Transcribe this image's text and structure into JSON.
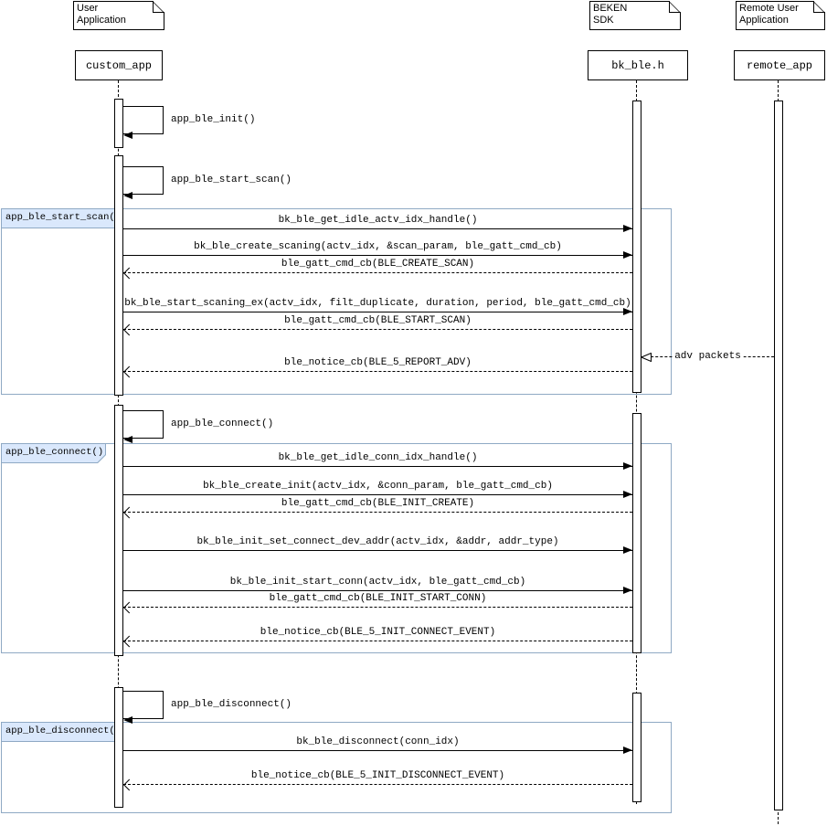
{
  "notes": [
    {
      "line1": "User",
      "line2": "Application"
    },
    {
      "line1": "BEKEN",
      "line2": "SDK"
    },
    {
      "line1": "Remote User",
      "line2": "Application"
    }
  ],
  "participants": [
    {
      "name": "custom_app"
    },
    {
      "name": "bk_ble.h"
    },
    {
      "name": "remote_app"
    }
  ],
  "self_messages": [
    {
      "label": "app_ble_init()"
    },
    {
      "label": "app_ble_start_scan()"
    },
    {
      "label": "app_ble_connect()"
    },
    {
      "label": "app_ble_disconnect()"
    }
  ],
  "frames": [
    {
      "label": "app_ble_start_scan()",
      "messages": [
        {
          "label": "bk_ble_get_idle_actv_idx_handle()",
          "type": "call"
        },
        {
          "label": "bk_ble_create_scaning(actv_idx, &scan_param, ble_gatt_cmd_cb)",
          "type": "call"
        },
        {
          "label": "ble_gatt_cmd_cb(BLE_CREATE_SCAN)",
          "type": "return"
        },
        {
          "label": "bk_ble_start_scaning_ex(actv_idx, filt_duplicate, duration, period, ble_gatt_cmd_cb)",
          "type": "call"
        },
        {
          "label": "ble_gatt_cmd_cb(BLE_START_SCAN)",
          "type": "return"
        },
        {
          "label": "adv packets",
          "type": "incoming"
        },
        {
          "label": "ble_notice_cb(BLE_5_REPORT_ADV)",
          "type": "return"
        }
      ]
    },
    {
      "label": "app_ble_connect()",
      "messages": [
        {
          "label": "bk_ble_get_idle_conn_idx_handle()",
          "type": "call"
        },
        {
          "label": "bk_ble_create_init(actv_idx, &conn_param, ble_gatt_cmd_cb)",
          "type": "call"
        },
        {
          "label": "ble_gatt_cmd_cb(BLE_INIT_CREATE)",
          "type": "return"
        },
        {
          "label": "bk_ble_init_set_connect_dev_addr(actv_idx, &addr, addr_type)",
          "type": "call"
        },
        {
          "label": "bk_ble_init_start_conn(actv_idx, ble_gatt_cmd_cb)",
          "type": "call"
        },
        {
          "label": "ble_gatt_cmd_cb(BLE_INIT_START_CONN)",
          "type": "return"
        },
        {
          "label": "ble_notice_cb(BLE_5_INIT_CONNECT_EVENT)",
          "type": "return"
        }
      ]
    },
    {
      "label": "app_ble_disconnect()",
      "messages": [
        {
          "label": "bk_ble_disconnect(conn_idx)",
          "type": "call"
        },
        {
          "label": "ble_notice_cb(BLE_5_INIT_DISCONNECT_EVENT)",
          "type": "return"
        }
      ]
    }
  ],
  "colors": {
    "frame_border": "#8fa9c4",
    "frame_tag_bg": "#dae8fc",
    "line_color": "#000000",
    "text_color": "#000000",
    "background": "#ffffff"
  }
}
